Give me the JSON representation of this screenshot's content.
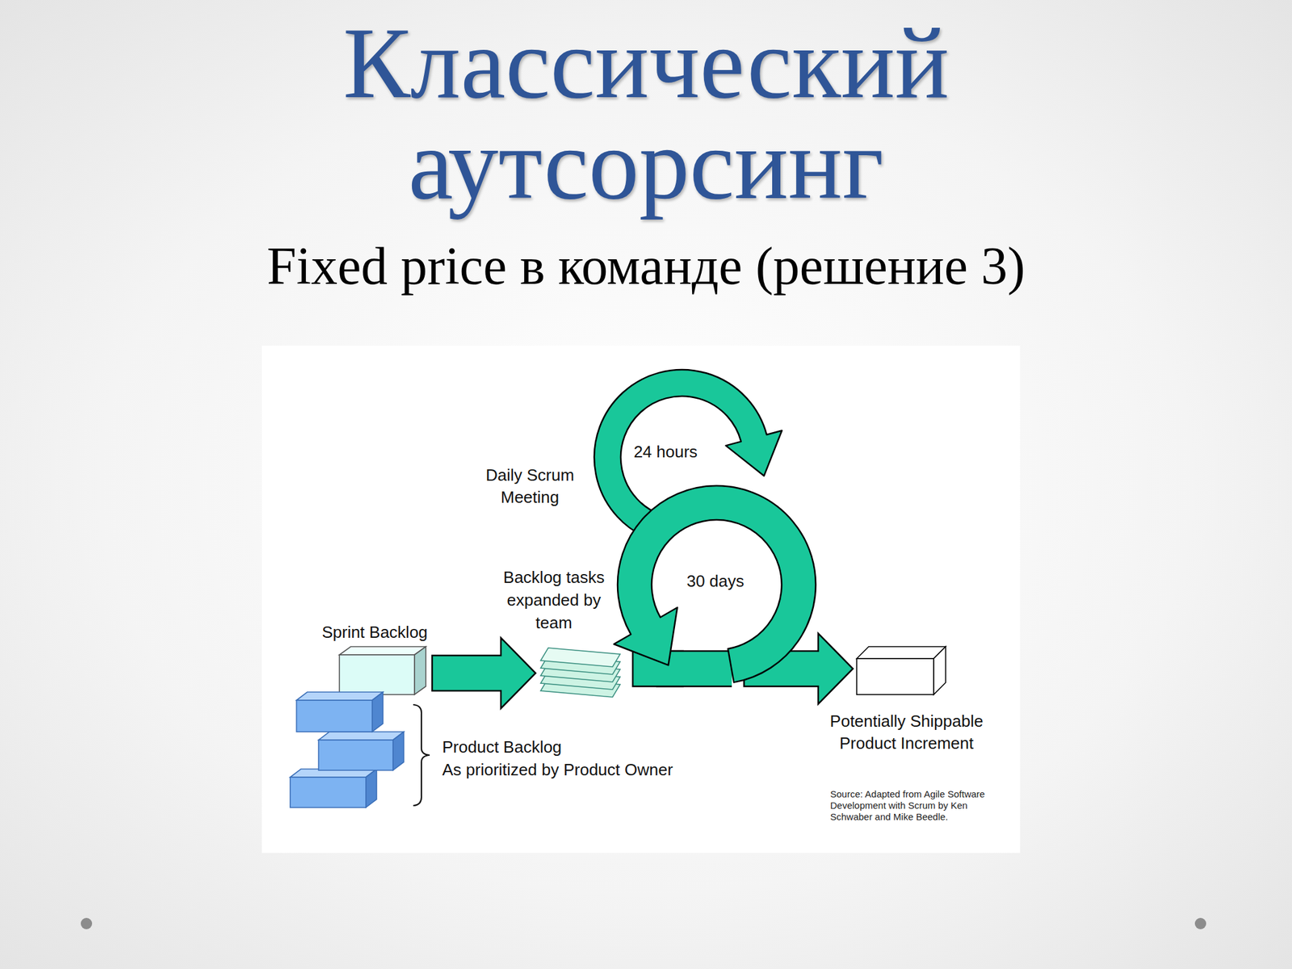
{
  "diagram": {
    "title": "Классический аутсорсинг",
    "nodes": [
      {
        "text": [
          "Daily Scrum Meeting",
          "24 hours"
        ]
      },
      {
        "text": [
          "Backlog tasks expanded by team"
        ]
      },
      {
        "text": [
          "30 days"
        ]
      },
      {
        "text": [
          "Sprint Backlog"
        ]
      },
      {
        "text": [
          "Potentially Shippable Product Increment"
        ]
      },
      {
        "text": [
          "Product Backlog",
          "As prioritized by Product Owner"
        ]
      }
    ],
    "edges": [
      {
        "from": 3,
        "to": 1,
        "arrow": "to"
      },
      {
        "from": 1,
        "to": 2,
        "arrow": "none"
      },
      {
        "from": 2,
        "to": 4,
        "arrow": "to"
      }
    ],
    "labels": [
      "Fixed price в команде (решение 3)",
      "Source: Adapted from Agile Software Development with Scrum by Ken Schwaber and Mike Beedle."
    ]
  }
}
